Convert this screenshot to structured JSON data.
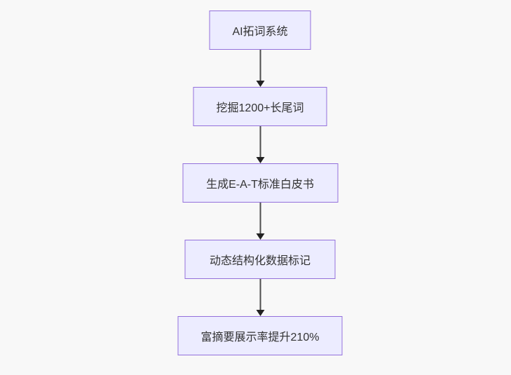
{
  "flowchart": {
    "background_color": "#f8f8f8",
    "node_fill_color": "#ECECFF",
    "node_border_color": "#9370DB",
    "node_text_color": "#333333",
    "arrow_line_color": "#4d4d4d",
    "arrow_head_color": "#222222",
    "direction": "top-down",
    "nodes": [
      {
        "label": "AI拓词系统"
      },
      {
        "label": "挖掘1200+长尾词"
      },
      {
        "label": "生成E-A-T标准白皮书"
      },
      {
        "label": "动态结构化数据标记"
      },
      {
        "label": "富摘要展示率提升210%"
      }
    ],
    "edges": [
      {
        "from": 0,
        "to": 1
      },
      {
        "from": 1,
        "to": 2
      },
      {
        "from": 2,
        "to": 3
      },
      {
        "from": 3,
        "to": 4
      }
    ]
  }
}
